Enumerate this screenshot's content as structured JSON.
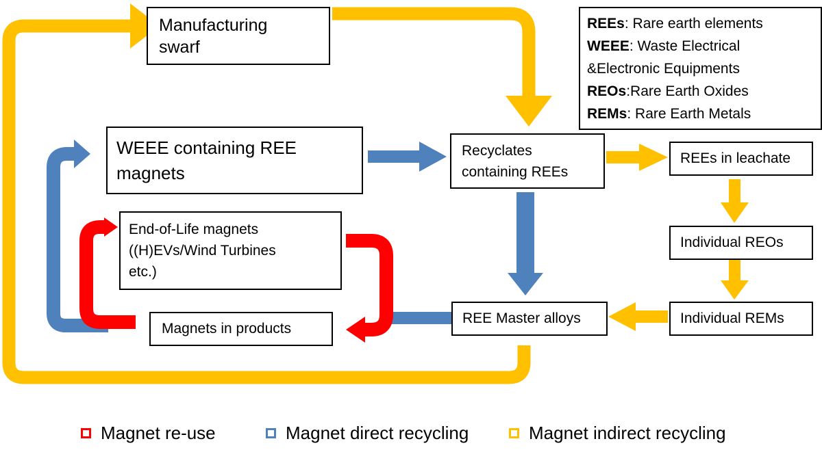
{
  "colors": {
    "reuse": "#ff0000",
    "direct": "#4f81bd",
    "indirect": "#ffc000"
  },
  "nodes": {
    "manufacturing_swarf": "Manufacturing\nswarf",
    "weee_magnets": "WEEE containing REE\nmagnets",
    "recyclates": "Recyclates\ncontaining  REEs",
    "rees_leachate": "REEs in leachate",
    "eol_magnets": "End-of-Life magnets\n((H)EVs/Wind Turbines\netc.)",
    "individual_reos": "Individual REOs",
    "individual_rems": "Individual REMs",
    "master_alloys": "REE Master alloys",
    "magnets_products": "Magnets in products"
  },
  "abbreviations": [
    {
      "term": "REEs",
      "sep": ": ",
      "definition": "Rare earth elements"
    },
    {
      "term": "WEEE",
      "sep": ": ",
      "definition": "Waste Electrical"
    },
    {
      "term": "",
      "sep": "",
      "definition": "&Electronic Equipments"
    },
    {
      "term": "REOs",
      "sep": ":",
      "definition": "Rare Earth Oxides"
    },
    {
      "term": "REMs",
      "sep": ": ",
      "definition": "Rare Earth Metals"
    }
  ],
  "legend": [
    {
      "label": "Magnet re-use",
      "color": "#ff0000"
    },
    {
      "label": "Magnet direct recycling",
      "color": "#4f81bd"
    },
    {
      "label": "Magnet indirect recycling",
      "color": "#ffc000"
    }
  ]
}
